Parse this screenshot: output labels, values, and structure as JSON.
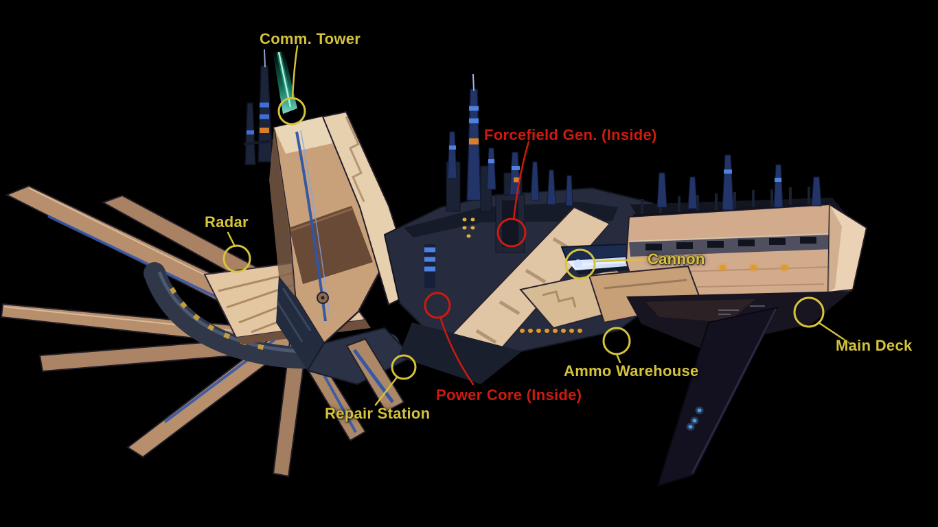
{
  "scene": {
    "type": "annotated-spaceship-diagram",
    "background_color": "#000000"
  },
  "colors": {
    "label_yellow": "#d6c33c",
    "label_red": "#cf1a0e",
    "hull_tan": "#c8a17a",
    "hull_light": "#e9d6b6",
    "hull_dark": "#262c3e",
    "accent_blue": "#3f6fd4",
    "beam_teal": "#1db896",
    "light_amber": "#e09a28"
  },
  "annotations": [
    {
      "id": "comm-tower",
      "label": "Comm. Tower",
      "color": "#d6c33c",
      "marker": "circle"
    },
    {
      "id": "radar",
      "label": "Radar",
      "color": "#d6c33c",
      "marker": "circle"
    },
    {
      "id": "forcefield-gen",
      "label": "Forcefield Gen. (Inside)",
      "color": "#cf1a0e",
      "marker": "circle"
    },
    {
      "id": "cannon",
      "label": "Cannon",
      "color": "#d6c33c",
      "marker": "circle"
    },
    {
      "id": "main-deck",
      "label": "Main Deck",
      "color": "#d6c33c",
      "marker": "circle"
    },
    {
      "id": "ammo-warehouse",
      "label": "Ammo Warehouse",
      "color": "#d6c33c",
      "marker": "circle"
    },
    {
      "id": "power-core",
      "label": "Power Core (Inside)",
      "color": "#cf1a0e",
      "marker": "circle"
    },
    {
      "id": "repair-station",
      "label": "Repair Station",
      "color": "#d6c33c",
      "marker": "circle"
    }
  ]
}
